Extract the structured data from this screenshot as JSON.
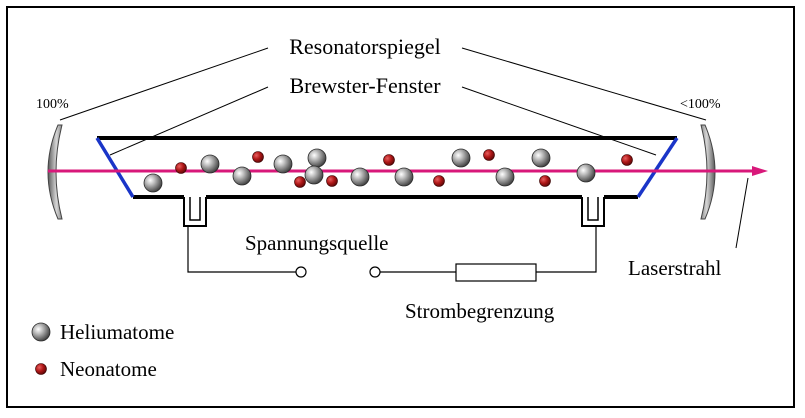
{
  "labels": {
    "resonator_mirror": "Resonatorspiegel",
    "brewster_window": "Brewster-Fenster",
    "mirror_left_reflectivity": "100%",
    "mirror_right_reflectivity": "<100%",
    "voltage_source": "Spannungsquelle",
    "current_limiter": "Strombegrenzung",
    "laser_beam": "Laserstrahl"
  },
  "legend": {
    "helium": "Heliumatome",
    "neon": "Neonatome"
  },
  "colors": {
    "beam": "#d8187a",
    "brewster_window": "#1a35c8",
    "neon_atom": "#9b1212",
    "helium_atom": "#6e6e6e",
    "mirror": "#9a9a9a"
  }
}
